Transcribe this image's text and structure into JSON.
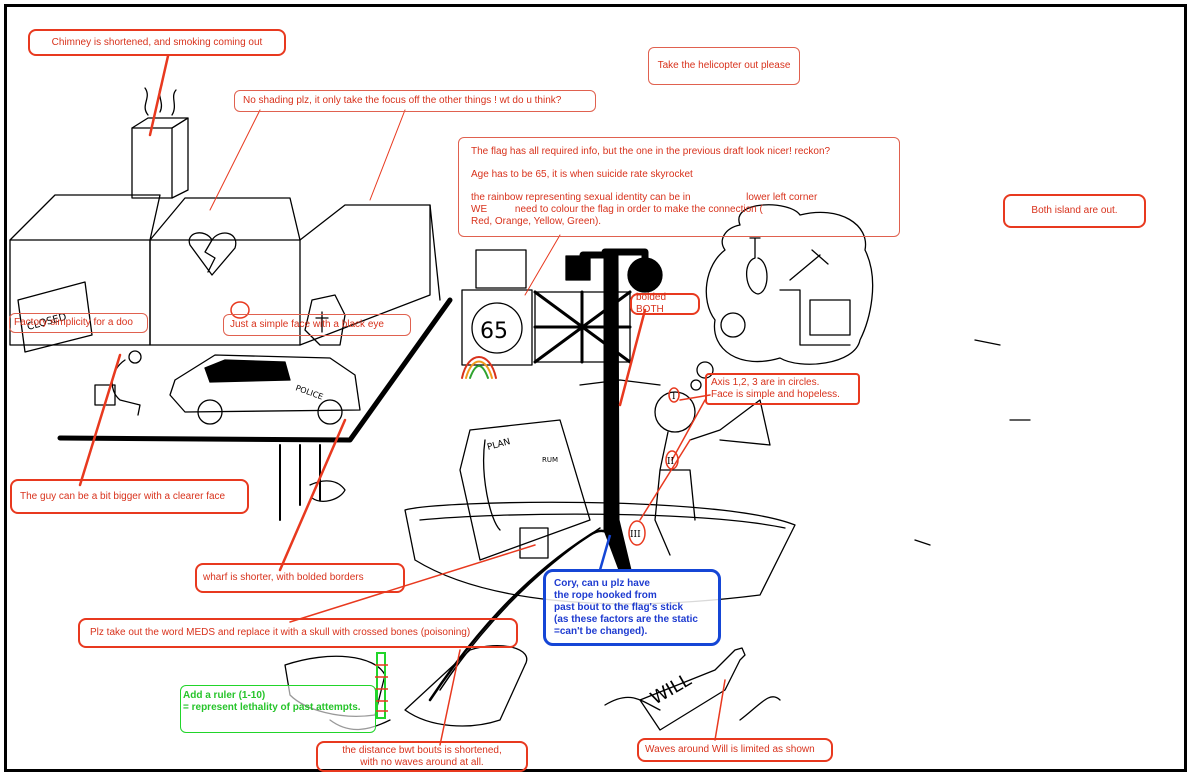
{
  "notes": {
    "chimney": "Chimney is shortened, and smoking coming out",
    "shading": "No shading plz, it only take the focus off the other things ! wt do u think?",
    "helicopter": "Take the helicopter out please",
    "flag_1": "The flag has all required info, but the one in the previous draft look nicer! reckon?",
    "flag_2": "Age has to be 65, it is when suicide rate skyrocket",
    "flag_3a": "the rainbow representing sexual identity can be in                    lower left corner",
    "flag_3b": "WE          need to colour the flag in order to make the connection (",
    "flag_3c": "Red, Orange, Yellow, Green).",
    "islands": "Both island are out.",
    "factory": "Factory simplicity for a doo",
    "black_eye": "Just a simple face with a black eye",
    "bolded_both": "bolded BOTH",
    "axis_1": "Axis 1,2, 3 are in circles.",
    "axis_2": "Face is simple and hopeless.",
    "guy": "The guy can be a bit bigger with a clearer face",
    "wharf": "wharf is shorter, with bolded borders",
    "rope_1": "Cory, can u plz have",
    "rope_2": "the rope hooked from",
    "rope_3": "past bout to the flag's stick",
    "rope_4": "(as these factors are the static",
    "rope_5": "=can't be changed).",
    "meds": "Plz take out the word MEDS and replace it with a skull with crossed bones (poisoning)",
    "ruler_1": "Add a ruler (1-10)",
    "ruler_2": "= represent lethality of past attempts.",
    "distance_1": "the distance bwt bouts is shortened,",
    "distance_2": "with no waves around at all.",
    "will_waves": "Waves around Will is limited as shown"
  },
  "sketch_text": {
    "sign_65": "65",
    "box_plan": "PLAN",
    "bottle_rum": "RUM",
    "car_police": "POLICE",
    "bottle_will": "WILL",
    "axis_i": "I",
    "axis_ii": "II",
    "axis_iii": "III",
    "sign_closed": "CLOSED"
  },
  "colors": {
    "annotation_red": "#e8391f",
    "annotation_blue": "#1546d6",
    "annotation_green": "#21d52a",
    "ink": "#000000"
  }
}
